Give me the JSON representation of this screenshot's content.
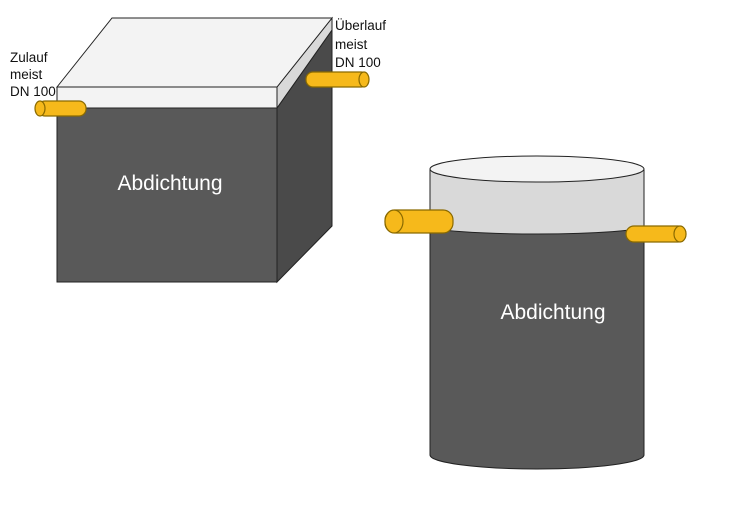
{
  "colors": {
    "dark_body": "#595959",
    "dark_side": "#4a4a4a",
    "top_face": "#f3f3f3",
    "collar": "#d9d9d9",
    "pipe_fill": "#f6b91b",
    "pipe_stroke": "#8a6a00",
    "outline": "#222222"
  },
  "box_tank": {
    "label": "Abdichtung",
    "inlet_label": [
      "Zulauf",
      "meist",
      "DN 100"
    ],
    "outlet_label": [
      "Überlauf",
      "meist",
      "DN 100"
    ],
    "pipe_icons": [
      "pipe-icon",
      "pipe-icon"
    ]
  },
  "cylinder_tank": {
    "label": "Abdichtung",
    "pipe_icons": [
      "pipe-icon",
      "pipe-icon"
    ]
  }
}
